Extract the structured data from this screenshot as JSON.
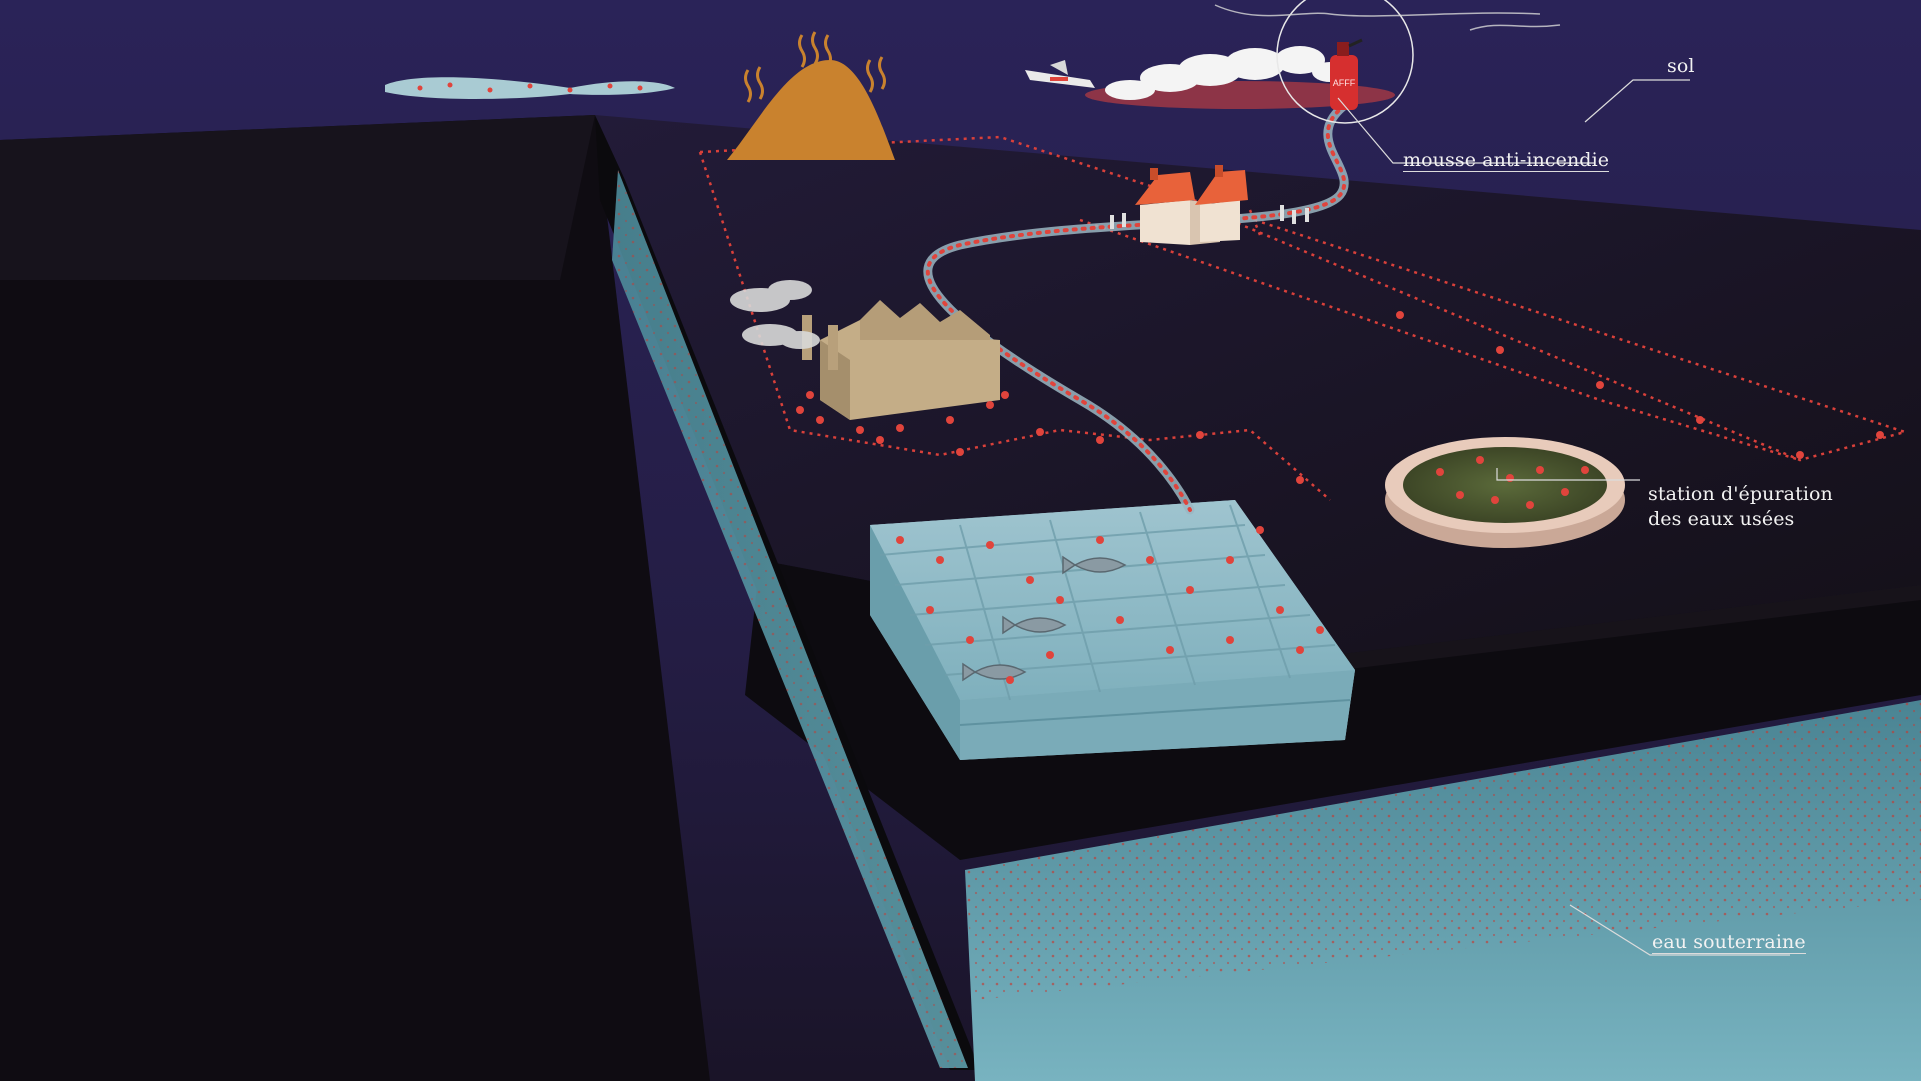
{
  "labels": {
    "soil": "sol",
    "firefighting_foam": "mousse anti-incendie",
    "treatment_plant_line1": "station d'épuration",
    "treatment_plant_line2": "des eaux usées",
    "groundwater": "eau souterraine",
    "extinguisher_tag": "AFFF"
  },
  "colors": {
    "sky": "#2b2458",
    "ground_top": "#1c1726",
    "ground_side": "#0e0c11",
    "water": "#6fa9b8",
    "particles": "#e0443c",
    "dune": "#c9822e",
    "factory": "#c9b38f",
    "roof": "#e8623a",
    "label_text": "#f2f2f2"
  },
  "icons": [
    "cloud-puddle-icon",
    "dune-heat-icon",
    "plane-icon",
    "foam-spray-icon",
    "fire-extinguisher-icon",
    "house-icon",
    "factory-icon",
    "fish-icon",
    "treatment-basin-icon"
  ]
}
